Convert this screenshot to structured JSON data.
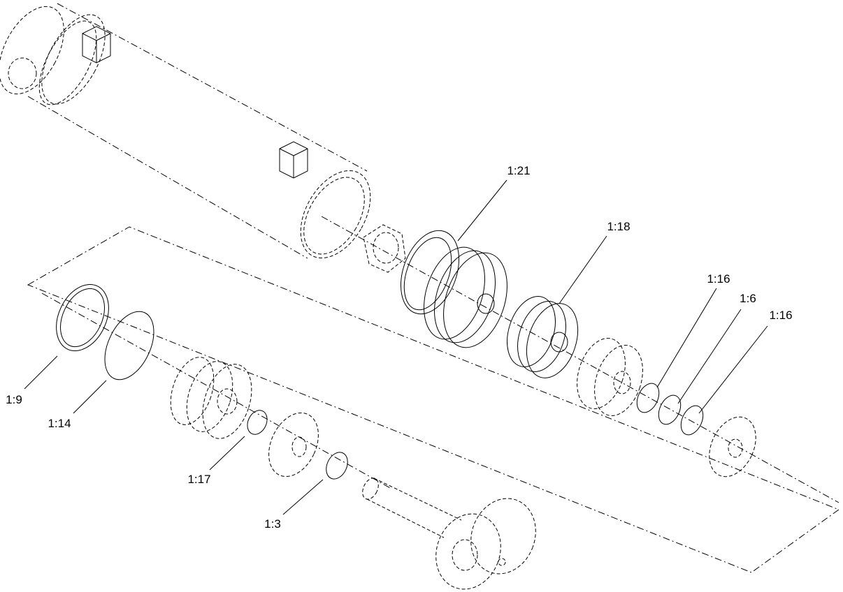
{
  "diagram": {
    "callouts": [
      {
        "label": "1:21"
      },
      {
        "label": "1:18"
      },
      {
        "label": "1:16"
      },
      {
        "label": "1:6"
      },
      {
        "label": "1:16"
      },
      {
        "label": "1:9"
      },
      {
        "label": "1:14"
      },
      {
        "label": "1:17"
      },
      {
        "label": "1:3"
      }
    ],
    "line_color": "#000000",
    "background": "#ffffff"
  }
}
